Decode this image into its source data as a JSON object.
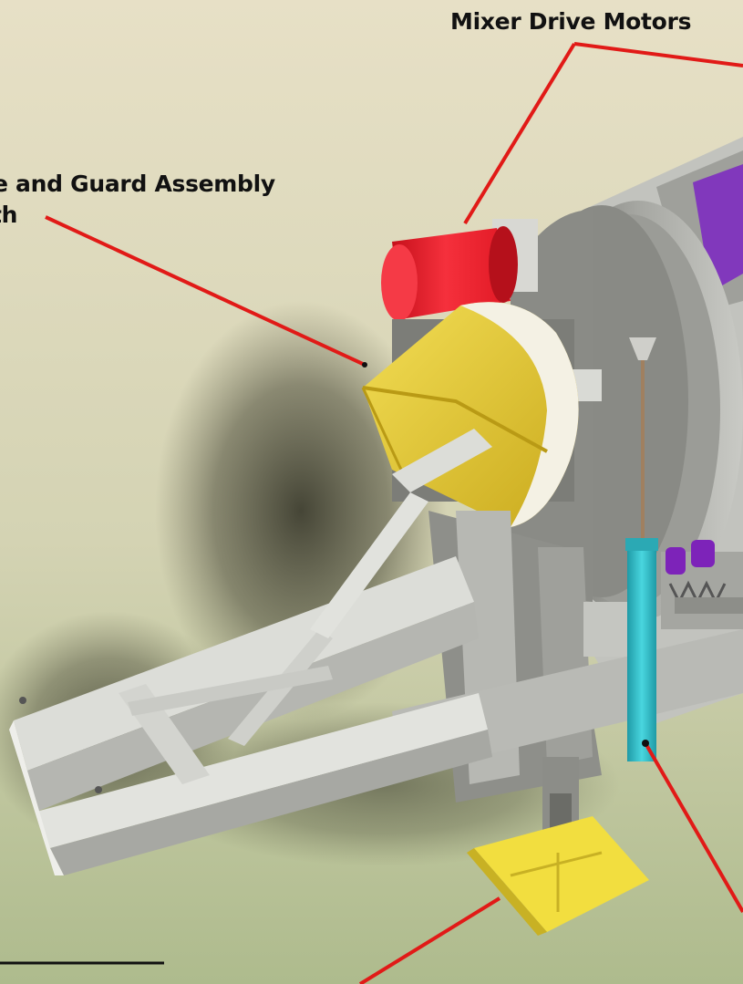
{
  "labels": {
    "mixer_drive_motors": "Mixer Drive Motors",
    "guard_assembly_line1": "e and Guard Assembly",
    "guard_assembly_line2": "th"
  },
  "colors": {
    "background_top": "#e6dfc4",
    "background_bottom": "#b9c39b",
    "leader_line": "#e11a17",
    "motor_red": "#f01e2c",
    "guard_yellow": "#e3c62a",
    "pad_yellow": "#f2df42",
    "frame_grey": "#d4d5d0",
    "drum_grey": "#8e8f8a",
    "actuator_cyan": "#35c3cd",
    "purple_part": "#7d23b9"
  },
  "icons": {
    "leader_end": "dot-marker"
  }
}
